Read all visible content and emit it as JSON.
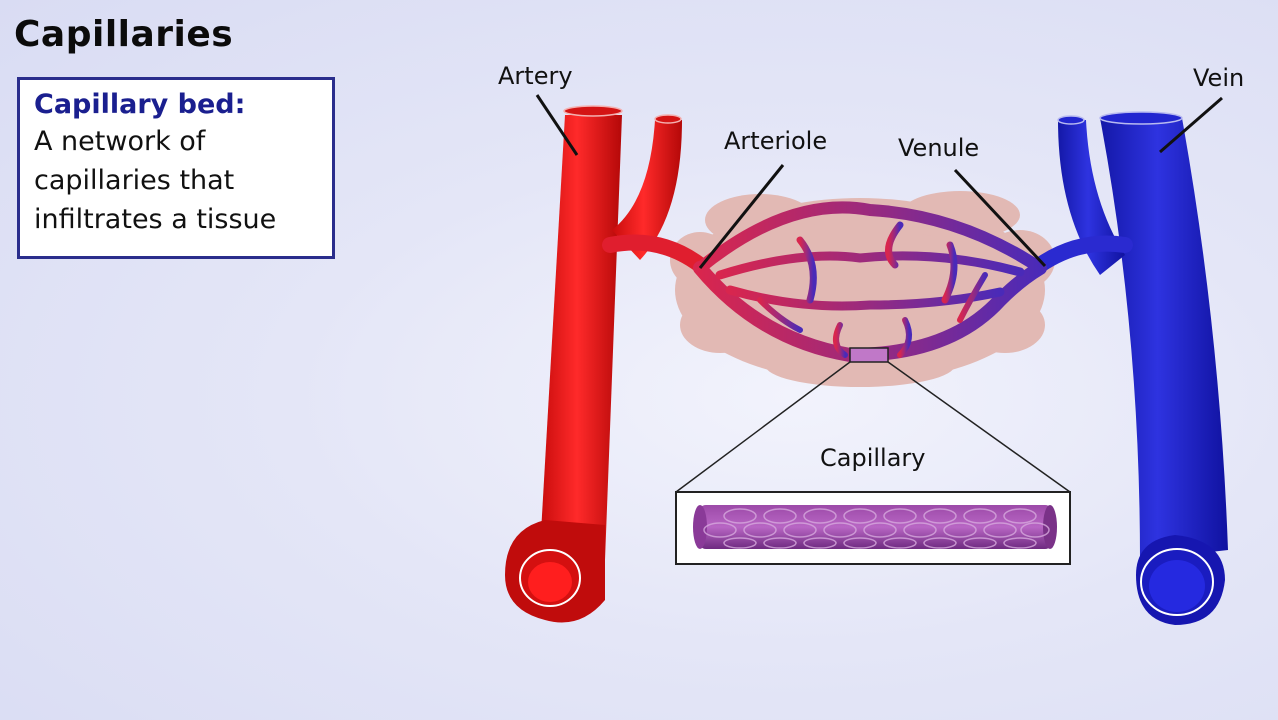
{
  "title": "Capillaries",
  "definition": {
    "term": "Capillary bed:",
    "lines": [
      "A network of",
      "capillaries that",
      "infiltrates a tissue"
    ]
  },
  "labels": {
    "artery": "Artery",
    "arteriole": "Arteriole",
    "venule": "Venule",
    "vein": "Vein",
    "capillary": "Capillary"
  },
  "colors": {
    "artery": "#ee1111",
    "vein": "#1f22c9",
    "capillary": "#8a2a8a",
    "tissue": "#e2b9b4",
    "definition_border": "#2a2d8c"
  }
}
